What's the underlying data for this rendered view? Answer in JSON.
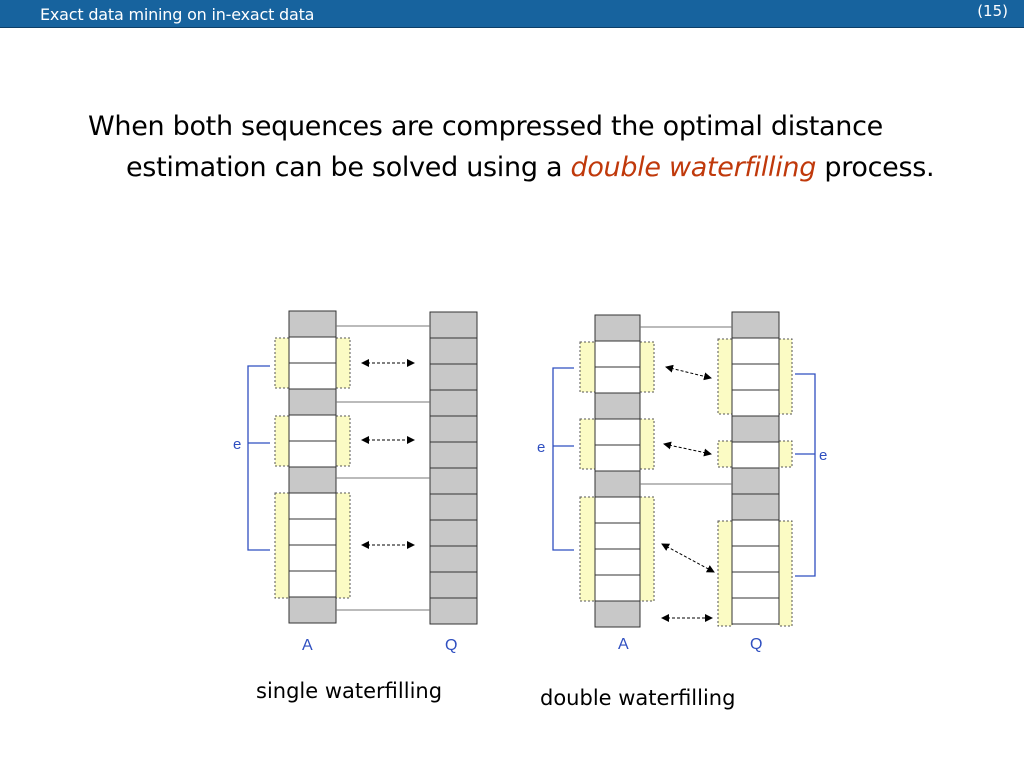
{
  "header": {
    "title": "Exact data mining on in-exact data",
    "slide_number": "(15)"
  },
  "body": {
    "text_before": "When both sequences are compressed the optimal distance estimation can be solved using a ",
    "text_highlight": "double waterfilling",
    "text_after": " process."
  },
  "diagram_single": {
    "label_a": "A",
    "label_q": "Q",
    "label_e": "e",
    "caption": "single waterfilling"
  },
  "diagram_double": {
    "label_a": "A",
    "label_q": "Q",
    "label_e_left": "e",
    "label_e_right": "e",
    "caption": "double waterfilling"
  },
  "colors": {
    "header_bg": "#17639e",
    "highlight": "#c0390b",
    "cell_gray": "#c8c8c8",
    "band_yellow": "#fbfbc4",
    "bracket_blue": "#2f4fc0"
  }
}
